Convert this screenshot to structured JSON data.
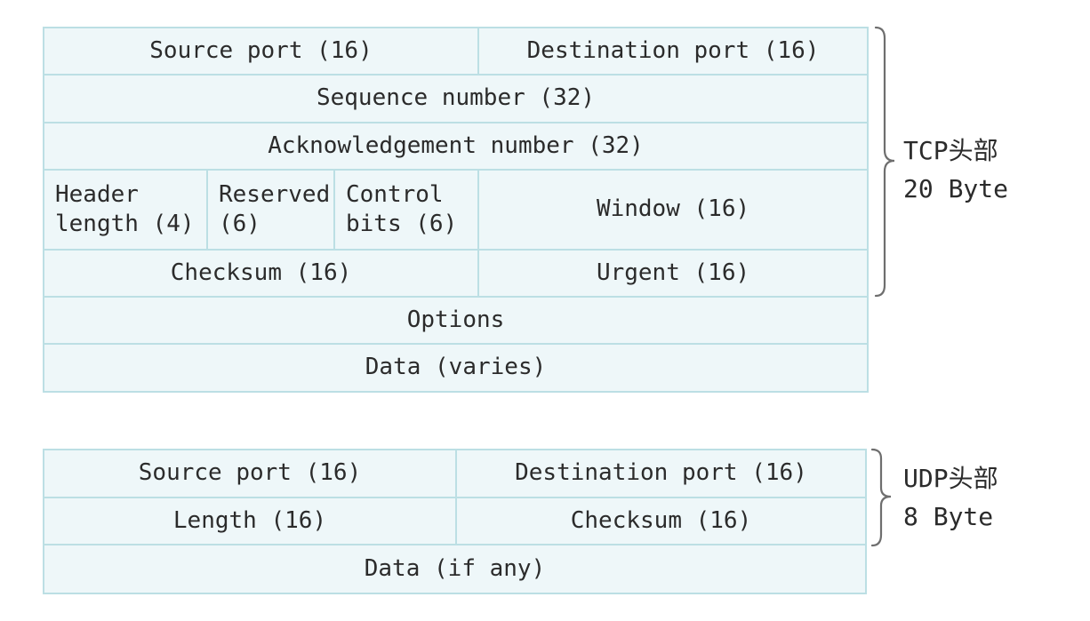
{
  "colors": {
    "table_border": "#bcdfe4",
    "cell_background": "#eef7f9",
    "text": "#2b2b2b",
    "brace": "#6e6e6e",
    "page_background": "#ffffff"
  },
  "tcp_table": {
    "rows": [
      [
        "Source port (16)",
        "Destination port (16)"
      ],
      [
        "Sequence number (32)"
      ],
      [
        "Acknowledgement number (32)"
      ],
      [
        "Header length (4)",
        "Reserved (6)",
        "Control bits (6)",
        "Window (16)"
      ],
      [
        "Checksum (16)",
        "Urgent (16)"
      ],
      [
        "Options"
      ],
      [
        "Data (varies)"
      ]
    ],
    "brace_label": {
      "line1": "TCP头部",
      "line2": "20 Byte"
    }
  },
  "udp_table": {
    "rows": [
      [
        "Source port (16)",
        "Destination port (16)"
      ],
      [
        "Length (16)",
        "Checksum (16)"
      ],
      [
        "Data (if any)"
      ]
    ],
    "brace_label": {
      "line1": "UDP头部",
      "line2": "8 Byte"
    }
  }
}
